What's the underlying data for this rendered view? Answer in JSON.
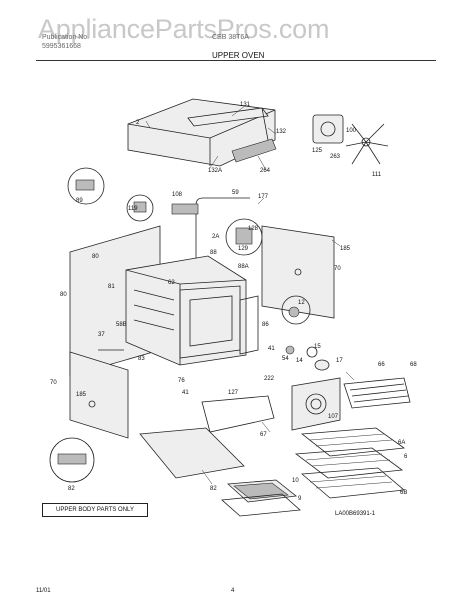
{
  "watermark": "AppliancePartsPros.com",
  "header": {
    "publication_label": "Publication No.",
    "publication_number": "5995361668",
    "model": "CEB 38T6A",
    "section_title": "UPPER OVEN"
  },
  "callouts": [
    "131",
    "2",
    "132",
    "100",
    "125",
    "263",
    "111",
    "264",
    "132A",
    "108",
    "59",
    "177",
    "89",
    "119",
    "2A",
    "129",
    "128",
    "185",
    "80",
    "88",
    "88A",
    "70",
    "80",
    "81",
    "62",
    "12",
    "37",
    "58B",
    "86",
    "83",
    "41",
    "54",
    "14",
    "15",
    "17",
    "66",
    "68",
    "70",
    "185",
    "76",
    "41",
    "127",
    "222",
    "107",
    "67",
    "6A",
    "6",
    "6B",
    "82",
    "82",
    "10",
    "9"
  ],
  "note": "UPPER BODY PARTS ONLY",
  "diagram_code": "LA00B69391-1",
  "footer": {
    "date": "11/01",
    "page": "4"
  }
}
